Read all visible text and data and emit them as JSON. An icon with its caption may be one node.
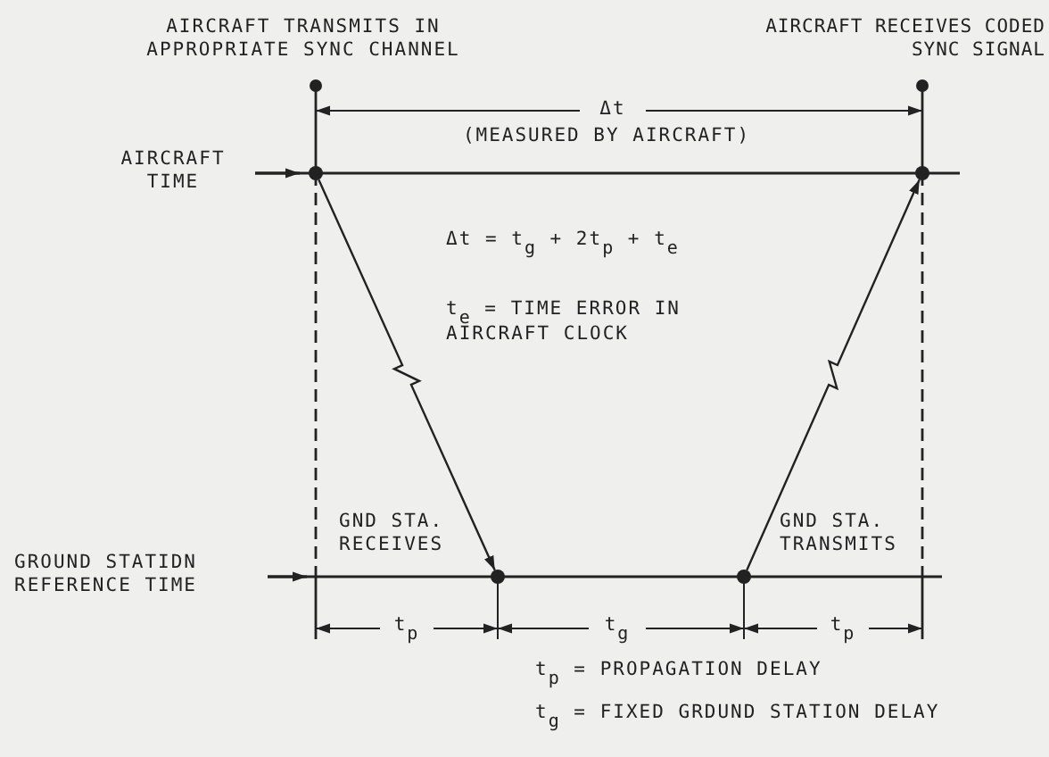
{
  "diagram": {
    "nodes": [
      {
        "text": [],
        "shape": "circle"
      },
      {
        "text": [],
        "shape": "circle"
      },
      {
        "text": [],
        "shape": "circle",
        "beside": [
          "GND STA. RECEIVES"
        ]
      },
      {
        "text": [],
        "shape": "circle",
        "beside": [
          "GND STA. TRANSMITS"
        ]
      }
    ],
    "edges": [
      {
        "from": 0,
        "to": 2,
        "arrow": "to"
      },
      {
        "from": 3,
        "to": 1,
        "arrow": "to"
      }
    ],
    "labels": [
      "AIRCRAFT TRANSMITS IN APPROPRIATE SYNC CHANNEL",
      "AIRCRAFT RECEIVES CODED SYNC SIGNAL",
      "Δt",
      "(MEASURED BY AIRCRAFT)",
      "AIRCRAFT TIME",
      "Δt = t$_{g}$ + 2t$_{p}$ + t$_{e}$",
      "t$_{e}$ = TIME ERROR IN AIRCRAFT CLOCK",
      "GROUND STATIDN REFERENCE TIME",
      "t$_{p}$",
      "t$_{g}$",
      "t$_{p}$",
      "t$_{p}$ = PROPAGATION DELAY",
      "t$_{g}$ = FIXED GRDUND STATION DELAY"
    ]
  }
}
